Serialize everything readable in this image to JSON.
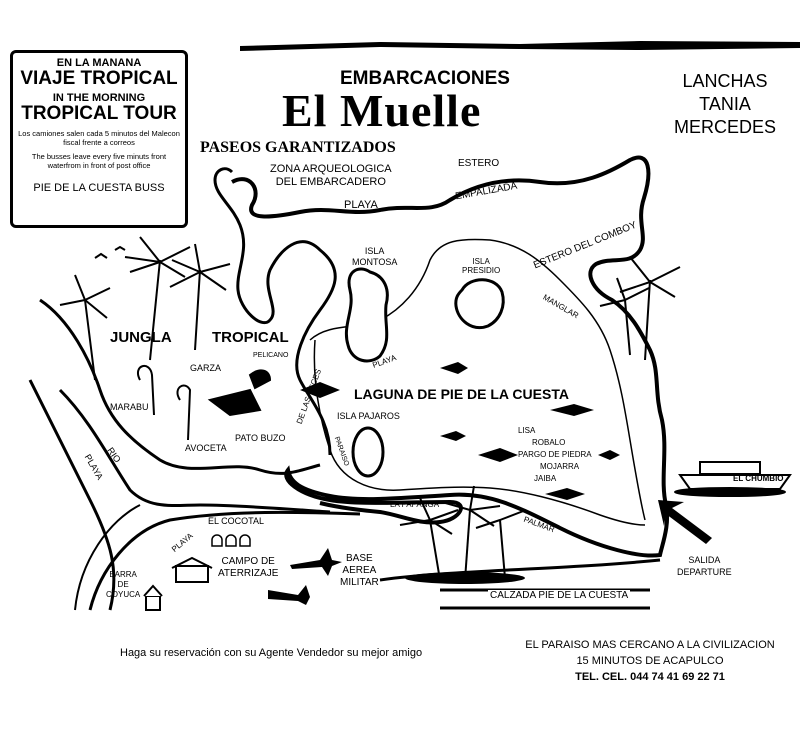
{
  "header": {
    "embarcaciones": "EMBARCACIONES",
    "title": "El Muelle",
    "lanchas": [
      "LANCHAS",
      "TANIA",
      "MERCEDES"
    ],
    "paseos": "PASEOS GARANTIZADOS"
  },
  "infobox": {
    "line1": "EN LA MANANA",
    "line2": "VIAJE TROPICAL",
    "line3": "IN THE MORNING",
    "line4": "TROPICAL TOUR",
    "spanish_note": "Los camiones salen cada 5 minutos del Malecon fiscal frente a correos",
    "english_note": "The busses leave every five minuts front waterfrom in front of post office",
    "buss": "PIE DE LA CUESTA BUSS"
  },
  "map_labels": {
    "zona_arq": [
      "ZONA ARQUEOLOGICA",
      "DEL EMBARCADERO"
    ],
    "playa_top": "PLAYA",
    "estero": "ESTERO",
    "empalizada": "EMPALIZADA",
    "estero_comboy": "ESTERO DEL COMBOY",
    "isla_montosa": [
      "ISLA",
      "MONTOSA"
    ],
    "isla_presidio": [
      "ISLA",
      "PRESIDIO"
    ],
    "manglar": "MANGLAR",
    "jungla": "JUNGLA",
    "tropical": "TROPICAL",
    "pelicano": "PELICANO",
    "garza": "GARZA",
    "marabu": "MARABU",
    "avoceta": "AVOCETA",
    "pato_buzo": "PATO BUZO",
    "playa_island": "PLAYA",
    "laguna": "LAGUNA DE PIE DE LA CUESTA",
    "isla_pajaros": "ISLA PAJAROS",
    "paraiso": "PARAISO",
    "tres_veces": "DE LAS VECES",
    "fish_list": [
      "LISA",
      "ROBALO",
      "PARGO DE PIEDRA",
      "MOJARRA",
      "JAIBA"
    ],
    "rio": "RIO",
    "playa_rio": "PLAYA",
    "la_papanga": "LA PAPANGA",
    "el_cocotal": "EL COCOTAL",
    "playa_coast": "PLAYA",
    "barra": [
      "BARRA",
      "DE",
      "COYUCA"
    ],
    "campo": [
      "CAMPO DE",
      "ATERRIZAJE"
    ],
    "base": [
      "BASE",
      "AEREA",
      "MILITAR"
    ],
    "palmar": "PALMAR",
    "el_chumbio": "EL CHUMBIO",
    "salida": [
      "SALIDA",
      "DEPARTURE"
    ],
    "calzada": "CALZADA PIE DE LA CUESTA"
  },
  "footer": {
    "reservacion": "Haga su reservación con su Agente Vendedor su mejor amigo",
    "paraiso": "EL PARAISO MAS CERCANO A LA CIVILIZACION",
    "minutos": "15 MINUTOS DE ACAPULCO",
    "tel": "TEL. CEL. 044 74 41 69 22  71"
  }
}
